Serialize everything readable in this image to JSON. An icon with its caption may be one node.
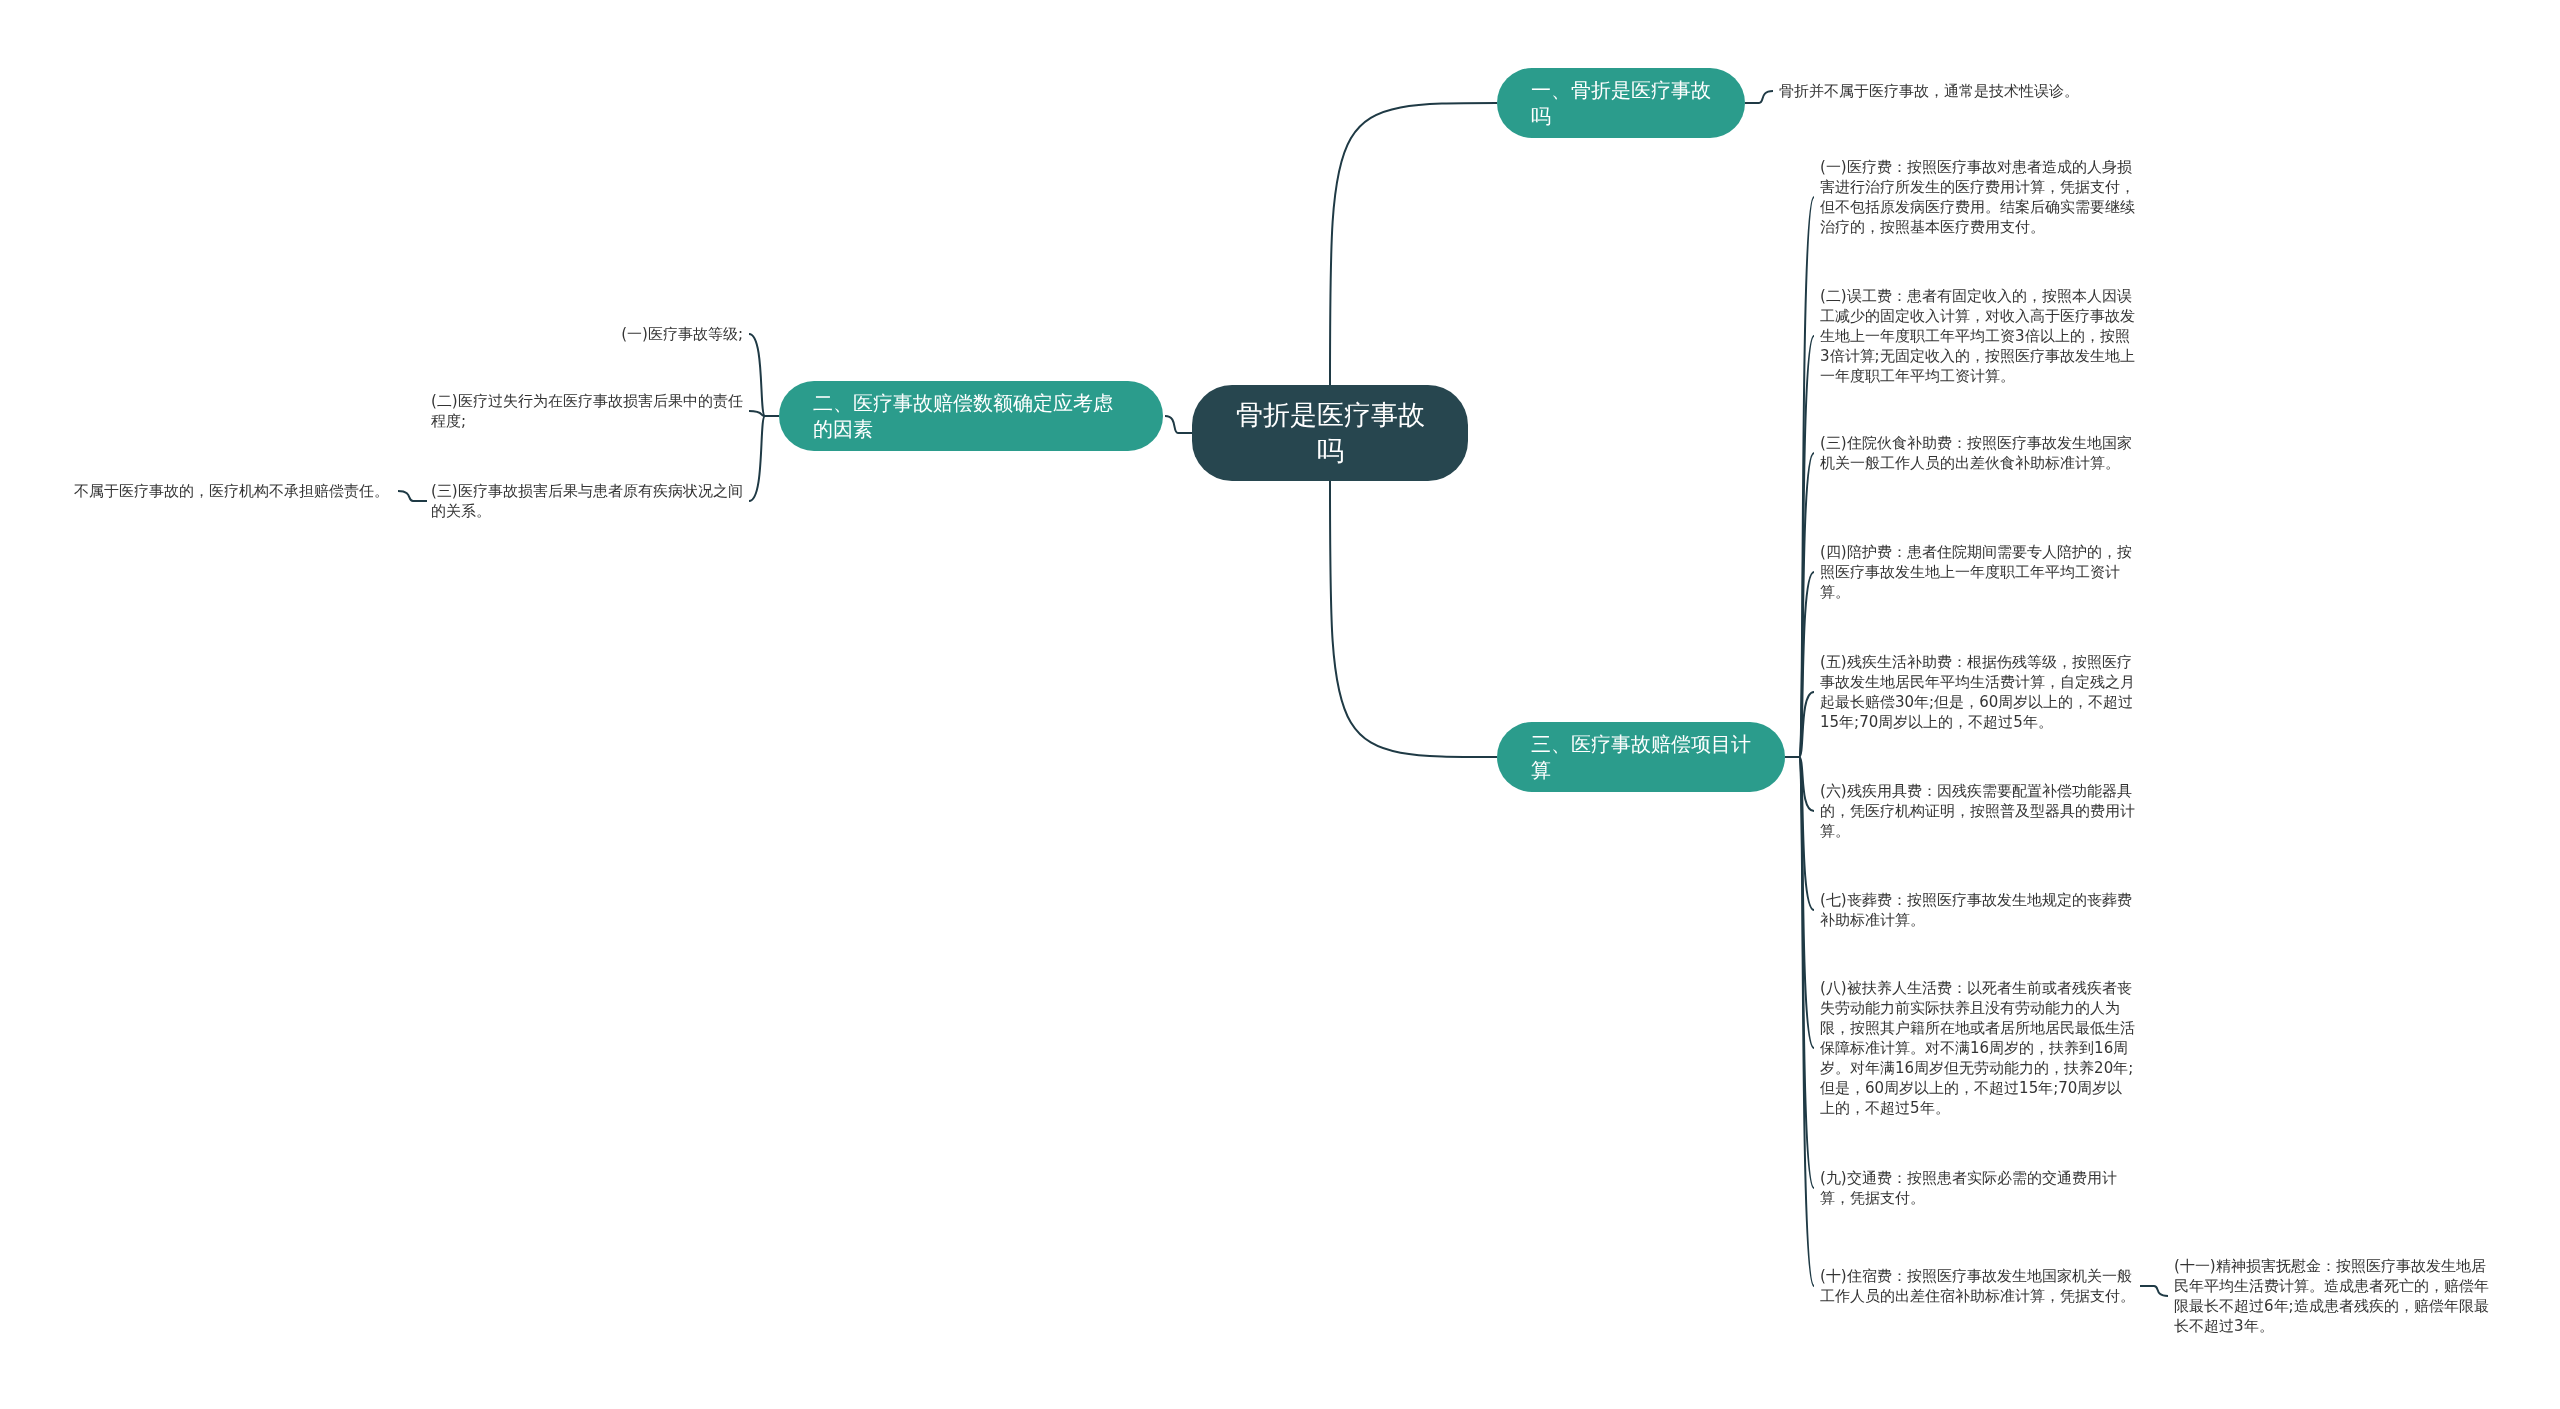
{
  "diagram": {
    "nodes": [
      {
        "text": [
          "骨折是医疗事故吗"
        ]
      },
      {
        "text": [
          "一、骨折是医疗事故吗"
        ]
      },
      {
        "text": [
          "骨折并不属于医疗事故，通常是技术性误诊。"
        ]
      },
      {
        "text": [
          "二、医疗事故赔偿数额确定应考虑的因素"
        ]
      },
      {
        "text": [
          "(一)医疗事故等级;"
        ]
      },
      {
        "text": [
          "(二)医疗过失行为在医疗事故损害后果中的责任程度;"
        ]
      },
      {
        "text": [
          "(三)医疗事故损害后果与患者原有疾病状况之间的关系。"
        ]
      },
      {
        "text": [
          "不属于医疗事故的，医疗机构不承担赔偿责任。"
        ]
      },
      {
        "text": [
          "三、医疗事故赔偿项目计算"
        ]
      },
      {
        "text": [
          "(一)医疗费：按照医疗事故对患者造成的人身损害进行治疗所发生的医疗费用计算，凭据支付，但不包括原发病医疗费用。结案后确实需要继续治疗的，按照基本医疗费用支付。"
        ]
      },
      {
        "text": [
          "(二)误工费：患者有固定收入的，按照本人因误工减少的固定收入计算，对收入高于医疗事故发生地上一年度职工年平均工资3倍以上的，按照3倍计算;无固定收入的，按照医疗事故发生地上一年度职工年平均工资计算。"
        ]
      },
      {
        "text": [
          "(三)住院伙食补助费：按照医疗事故发生地国家机关一般工作人员的出差伙食补助标准计算。"
        ]
      },
      {
        "text": [
          "(四)陪护费：患者住院期间需要专人陪护的，按照医疗事故发生地上一年度职工年平均工资计算。"
        ]
      },
      {
        "text": [
          "(五)残疾生活补助费：根据伤残等级，按照医疗事故发生地居民年平均生活费计算，自定残之月起最长赔偿30年;但是，60周岁以上的，不超过15年;70周岁以上的，不超过5年。"
        ]
      },
      {
        "text": [
          "(六)残疾用具费：因残疾需要配置补偿功能器具的，凭医疗机构证明，按照普及型器具的费用计算。"
        ]
      },
      {
        "text": [
          "(七)丧葬费：按照医疗事故发生地规定的丧葬费补助标准计算。"
        ]
      },
      {
        "text": [
          "(八)被扶养人生活费：以死者生前或者残疾者丧失劳动能力前实际扶养且没有劳动能力的人为限，按照其户籍所在地或者居所地居民最低生活保障标准计算。对不满16周岁的，扶养到16周岁。对年满16周岁但无劳动能力的，扶养20年;但是，60周岁以上的，不超过15年;70周岁以上的，不超过5年。"
        ]
      },
      {
        "text": [
          "(九)交通费：按照患者实际必需的交通费用计算，凭据支付。"
        ]
      },
      {
        "text": [
          "(十)住宿费：按照医疗事故发生地国家机关一般工作人员的出差住宿补助标准计算，凭据支付。"
        ]
      },
      {
        "text": [
          "(十一)精神损害抚慰金：按照医疗事故发生地居民年平均生活费计算。造成患者死亡的，赔偿年限最长不超过6年;造成患者残疾的，赔偿年限最长不超过3年。"
        ]
      }
    ],
    "edges": [
      {
        "from": 0,
        "to": 1,
        "arrow": "none"
      },
      {
        "from": 0,
        "to": 3,
        "arrow": "none"
      },
      {
        "from": 0,
        "to": 8,
        "arrow": "none"
      },
      {
        "from": 1,
        "to": 2,
        "arrow": "none"
      },
      {
        "from": 3,
        "to": 4,
        "arrow": "none"
      },
      {
        "from": 3,
        "to": 5,
        "arrow": "none"
      },
      {
        "from": 3,
        "to": 6,
        "arrow": "none"
      },
      {
        "from": 6,
        "to": 7,
        "arrow": "none"
      },
      {
        "from": 8,
        "to": 9,
        "arrow": "none"
      },
      {
        "from": 8,
        "to": 10,
        "arrow": "none"
      },
      {
        "from": 8,
        "to": 11,
        "arrow": "none"
      },
      {
        "from": 8,
        "to": 12,
        "arrow": "none"
      },
      {
        "from": 8,
        "to": 13,
        "arrow": "none"
      },
      {
        "from": 8,
        "to": 14,
        "arrow": "none"
      },
      {
        "from": 8,
        "to": 15,
        "arrow": "none"
      },
      {
        "from": 8,
        "to": 16,
        "arrow": "none"
      },
      {
        "from": 8,
        "to": 17,
        "arrow": "none"
      },
      {
        "from": 8,
        "to": 18,
        "arrow": "none"
      },
      {
        "from": 18,
        "to": 19,
        "arrow": "none"
      }
    ]
  }
}
